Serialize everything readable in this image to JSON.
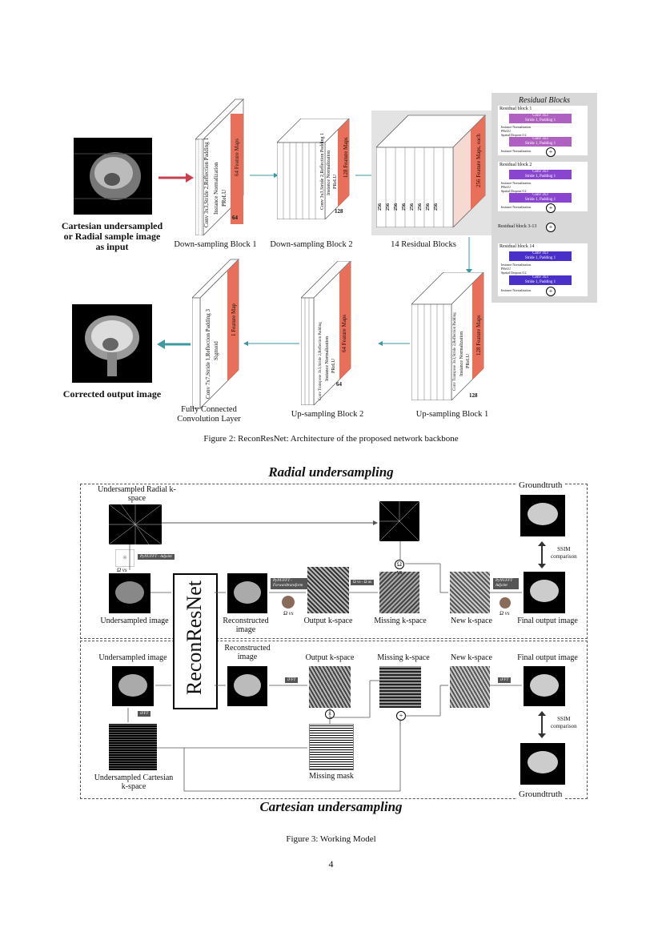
{
  "fig2": {
    "input_label_lines": [
      "Cartesian undersampled",
      "or Radial sample image",
      "as input"
    ],
    "output_label": "Corrected output image",
    "blocks": {
      "down1": {
        "label": "Down-sampling Block 1",
        "text": "Conv 3x3,Stride 2,Reflection Padding 1",
        "text2": "Instance Normalization",
        "text3": "PReLU",
        "maps": "64 Feature Maps",
        "num": "64"
      },
      "down2": {
        "label": "Down-sampling Block 2",
        "text": "Conv 3x3,Stride 2,Reflection Padding 1",
        "text2": "Instance Normalization",
        "text3": "PReLU",
        "maps": "128 Feature Maps",
        "num": "128"
      },
      "res": {
        "label": "14 Residual Blocks",
        "maps": "256 Feature Maps, each",
        "nums": [
          "256",
          "256",
          "256",
          "256",
          "256",
          "256",
          "256",
          "256"
        ]
      },
      "up1": {
        "label": "Up-sampling Block 1",
        "text": "Conv Transpose 3x3,Stride 2,Reflection Padding",
        "text2": "Instance Normalization",
        "text3": "PReLU",
        "maps": "128 Feature Maps",
        "num": "128"
      },
      "up2": {
        "label": "Up-sampling Block 2",
        "text": "Conv Transpose 3x3,Stride 2,Reflection Padding",
        "text2": "Instance Normalization",
        "text3": "PReLU",
        "maps": "64 Feature Maps",
        "num": "64"
      },
      "fc": {
        "label_line1": "Fully Connected",
        "label_line2": "Convolution Layer",
        "text": "Conv 7x7,Stride 1,Reflection Padding 3",
        "text2": "Sigmoid",
        "maps": "1 Feature Map"
      }
    },
    "residual": {
      "title": "Residual Blocks",
      "rb1": "Residual block 1",
      "rb2": "Residual block 2",
      "rb3": "Residual block 3-13",
      "rb14": "Residual block 14",
      "conv": "Conv 3x3",
      "stride": "Stride 1, Padding 1",
      "norm": "Instance Normalization",
      "prelu": "PReLU",
      "dropout": "Spatial Dropout 0.2",
      "plus": "+"
    },
    "caption": "Figure 2: ReconResNet: Architecture of the proposed network backbone"
  },
  "fig3": {
    "radial_title": "Radial undersampling",
    "cartesian_title": "Cartesian undersampling",
    "center": "ReconResNet",
    "radial": {
      "und_kspace": "Undersampled Radial k-space",
      "omega_vs": "Ω vs",
      "pynufft_adj": "PyNUFFT - Adjoint",
      "und_image": "Undersampled image",
      "recon_image_1": "Reconstructed",
      "recon_image_2": "image",
      "pynufft_fwd": "PyNUFFT - Forwardtransform",
      "omega_vs2": "Ω vs",
      "omega_diff": "Ω vs - Ω us",
      "output_k": "Output k-space",
      "missing_k": "Missing k-space",
      "new_k": "New k-space",
      "final": "Final output image",
      "pynufft_adj2": "PyNUFFT Adjoint",
      "omega_vs3": "Ω vs",
      "groundtruth": "Groundtruth",
      "ssim": "SSIM",
      "comparison": "comparison"
    },
    "cart": {
      "und_image": "Undersampled image",
      "recon_1": "Reconstructed",
      "recon_2": "image",
      "ifft": "iFFT",
      "output_k": "Output k-space",
      "missing_k": "Missing k-space",
      "new_k": "New k-space",
      "final": "Final output image",
      "ifft2": "iFFT",
      "ifft3": "iFFT",
      "und_kspace_1": "Undersampled Cartesian",
      "und_kspace_2": "k-space",
      "mask": "Missing mask",
      "ssim": "SSIM",
      "comparison": "comparison",
      "groundtruth": "Groundtruth"
    },
    "caption": "Figure 3: Working Model"
  },
  "page_number": "4",
  "colors": {
    "salmon": "#e8705a",
    "teal": "#3a9aa0",
    "red_arrow": "#c94050",
    "purple_light": "#b060c0",
    "purple_dark": "#4a30c8",
    "gray_panel": "#d8d8d8"
  }
}
